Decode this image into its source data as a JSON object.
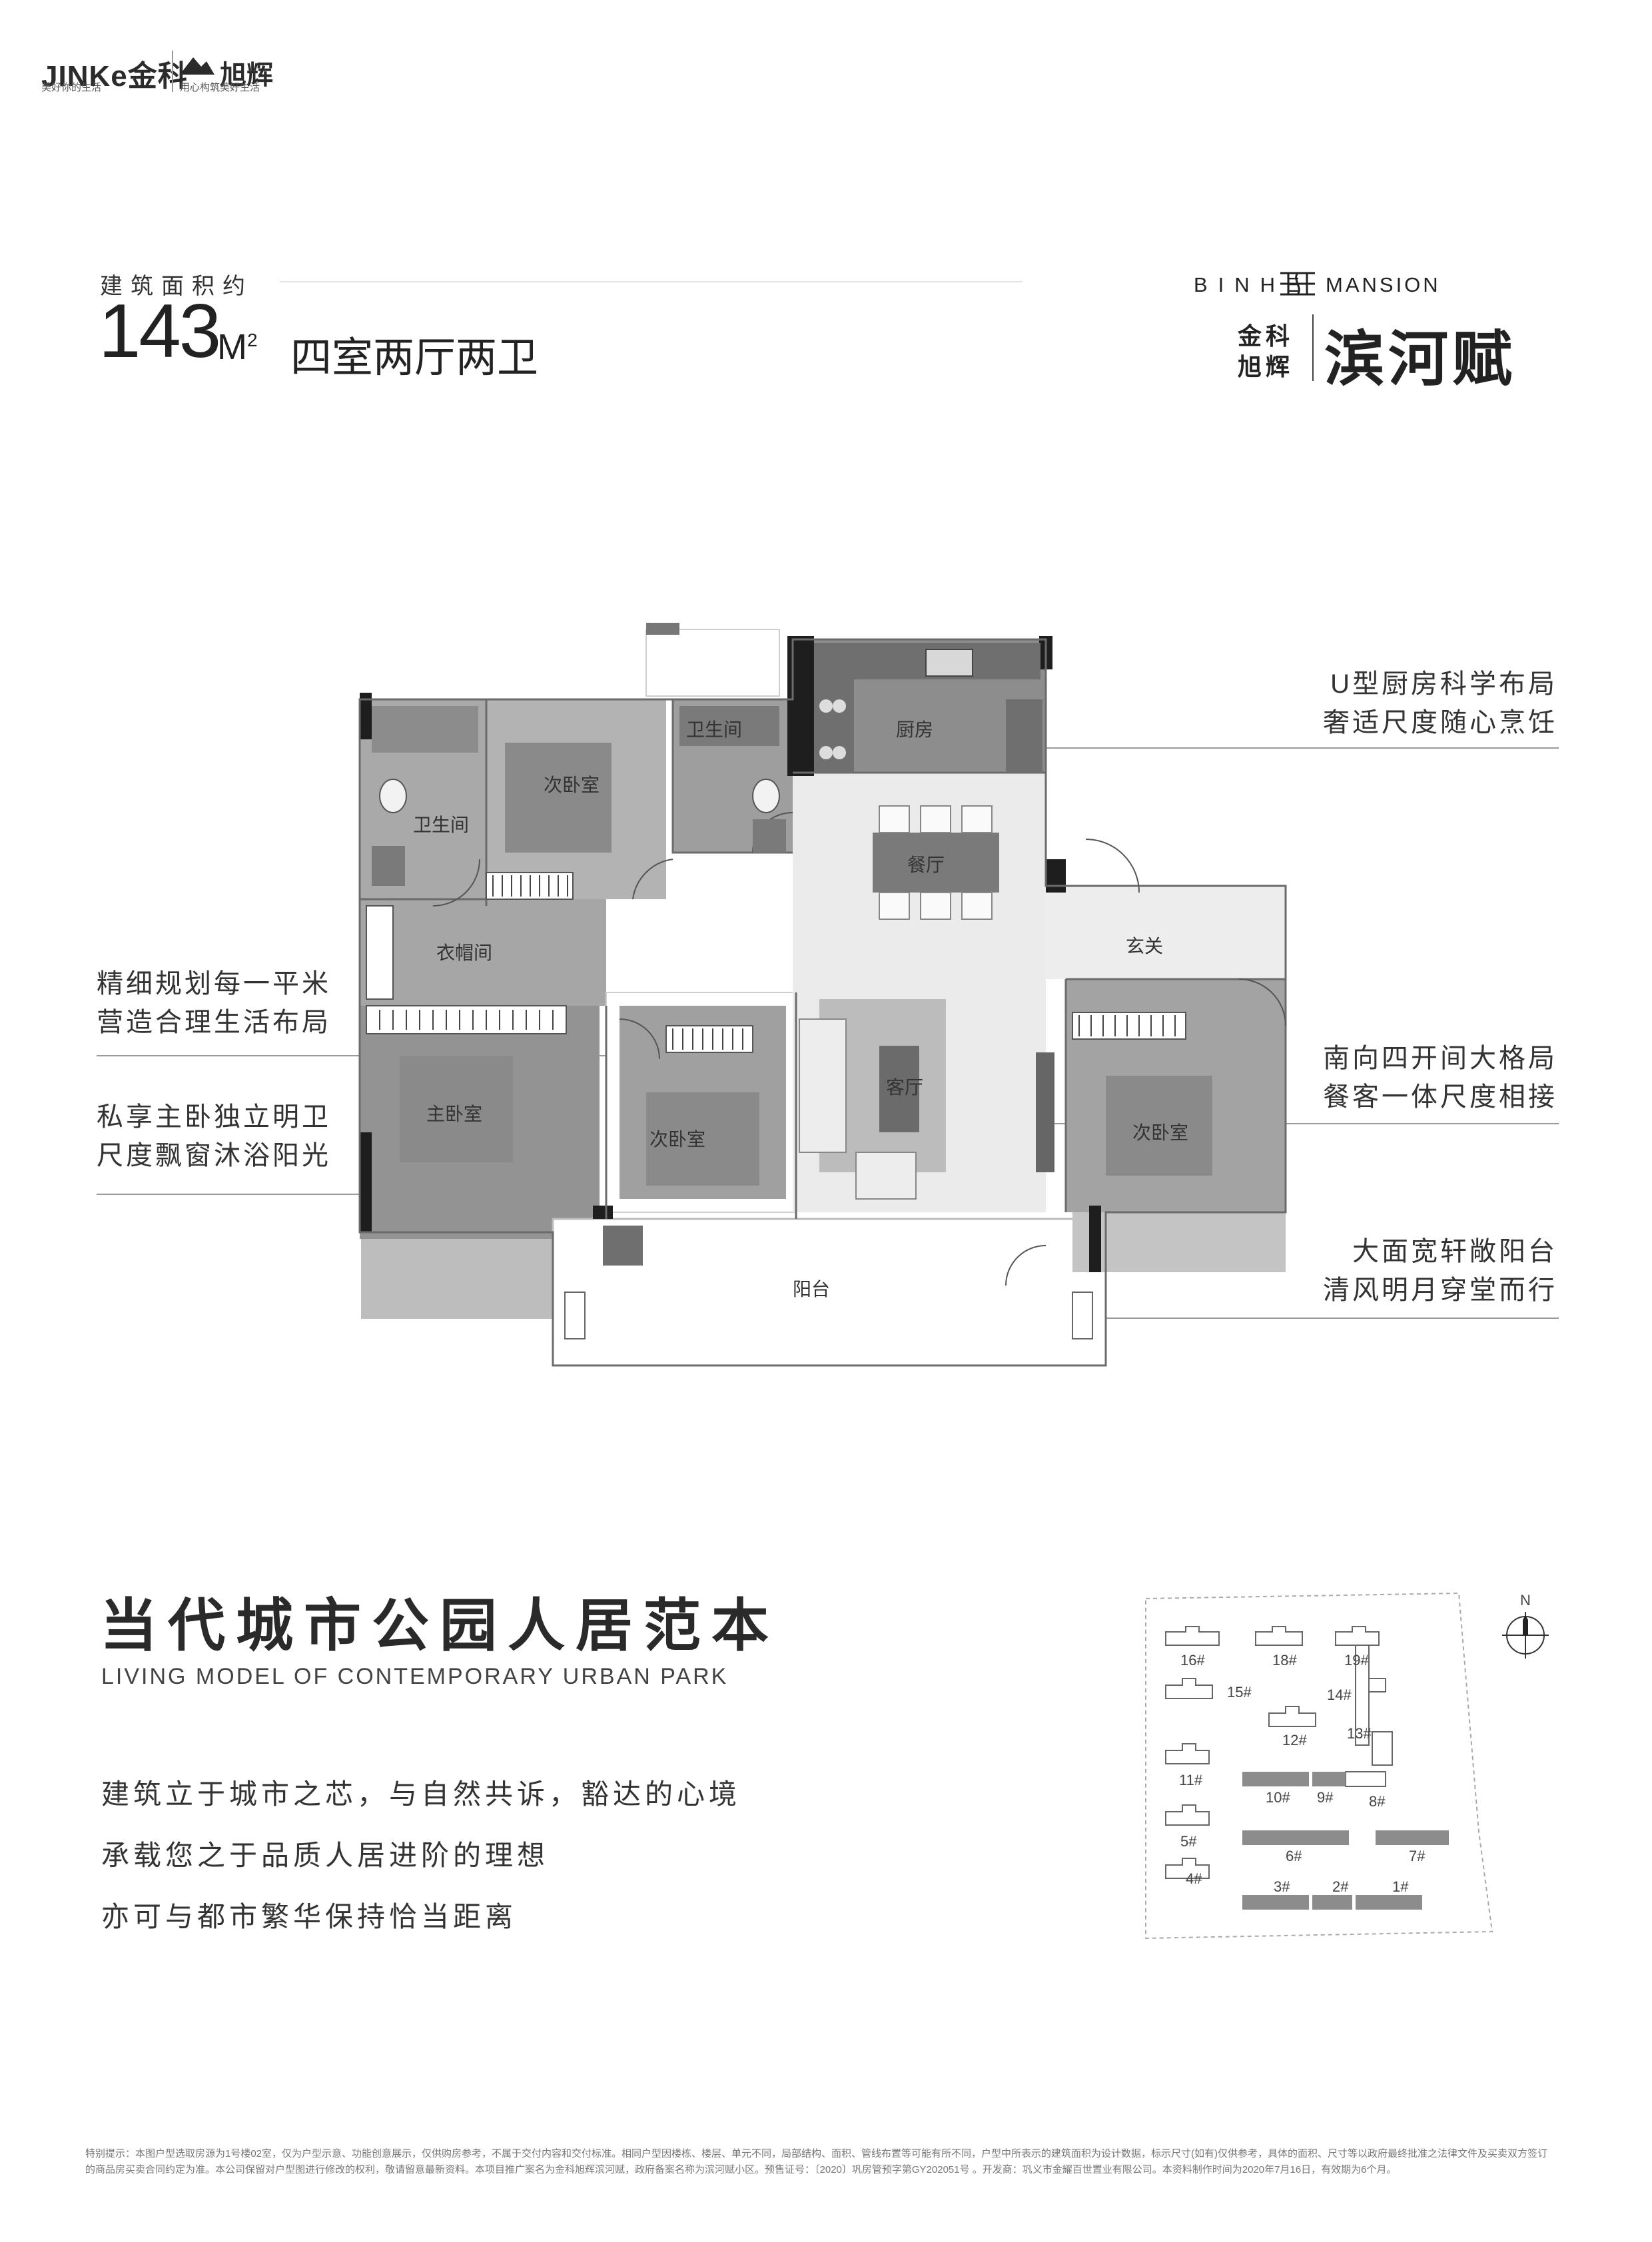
{
  "header": {
    "jinke_logo": "JINKe金科",
    "jinke_slogan": "美好你的生活",
    "xuhui_logo": "旭辉",
    "xuhui_slogan": "用心构筑美好生活"
  },
  "area": {
    "label": "建筑面积约",
    "number": "143",
    "unit": "M",
    "unit_sup": "2",
    "layout_type": "四室两厅两卫"
  },
  "project": {
    "name_en_left": "BINHE",
    "name_en_right": "MANSION",
    "company_line1": "金科",
    "company_line2": "旭辉",
    "name_cn": "滨河赋"
  },
  "callouts": {
    "kitchen": [
      "U型厨房科学布局",
      "奢适尺度随心烹饪"
    ],
    "living": [
      "南向四开间大格局",
      "餐客一体尺度相接"
    ],
    "balcony": [
      "大面宽轩敞阳台",
      "清风明月穿堂而行"
    ],
    "planning": [
      "精细规划每一平米",
      "营造合理生活布局"
    ],
    "master": [
      "私享主卧独立明卫",
      "尺度飘窗沐浴阳光"
    ]
  },
  "rooms": {
    "kitchen": "厨房",
    "bath_top": "卫生间",
    "bedroom_top": "次卧室",
    "bath_left": "卫生间",
    "dining": "餐厅",
    "foyer": "玄关",
    "cloakroom": "衣帽间",
    "master": "主卧室",
    "bedroom_mid": "次卧室",
    "living": "客厅",
    "bedroom_right": "次卧室",
    "balcony": "阳台"
  },
  "slogan": {
    "title": "当代城市公园人居范本",
    "subtitle_en": "LIVING MODEL OF CONTEMPORARY URBAN PARK",
    "lines": [
      "建筑立于城市之芯，与自然共诉，豁达的心境",
      "承载您之于品质人居进阶的理想",
      "亦可与都市繁华保持恰当距离"
    ]
  },
  "sitemap": {
    "north": "N",
    "buildings": [
      "16#",
      "18#",
      "19#",
      "15#",
      "14#",
      "12#",
      "13#",
      "11#",
      "10#",
      "9#",
      "8#",
      "5#",
      "6#",
      "7#",
      "4#",
      "3#",
      "2#",
      "1#"
    ]
  },
  "notice": "特别提示：本图户型选取房源为1号楼02室，仅为户型示意、功能创意展示，仅供购房参考，不属于交付内容和交付标准。相同户型因楼栋、楼层、单元不同，局部结构、面积、管线布置等可能有所不同，户型中所表示的建筑面积为设计数据，标示尺寸(如有)仅供参考，具体的面积、尺寸等以政府最终批准之法律文件及买卖双方签订的商品房买卖合同约定为准。本公司保留对户型图进行修改的权利，敬请留意最新资料。本项目推广案名为金科旭辉滨河赋，政府备案名称为滨河赋小区。预售证号：〔2020〕巩房管预字第GY202051号 。开发商：巩义市金耀百世置业有限公司。本资料制作时间为2020年7月16日，有效期为6个月。"
}
